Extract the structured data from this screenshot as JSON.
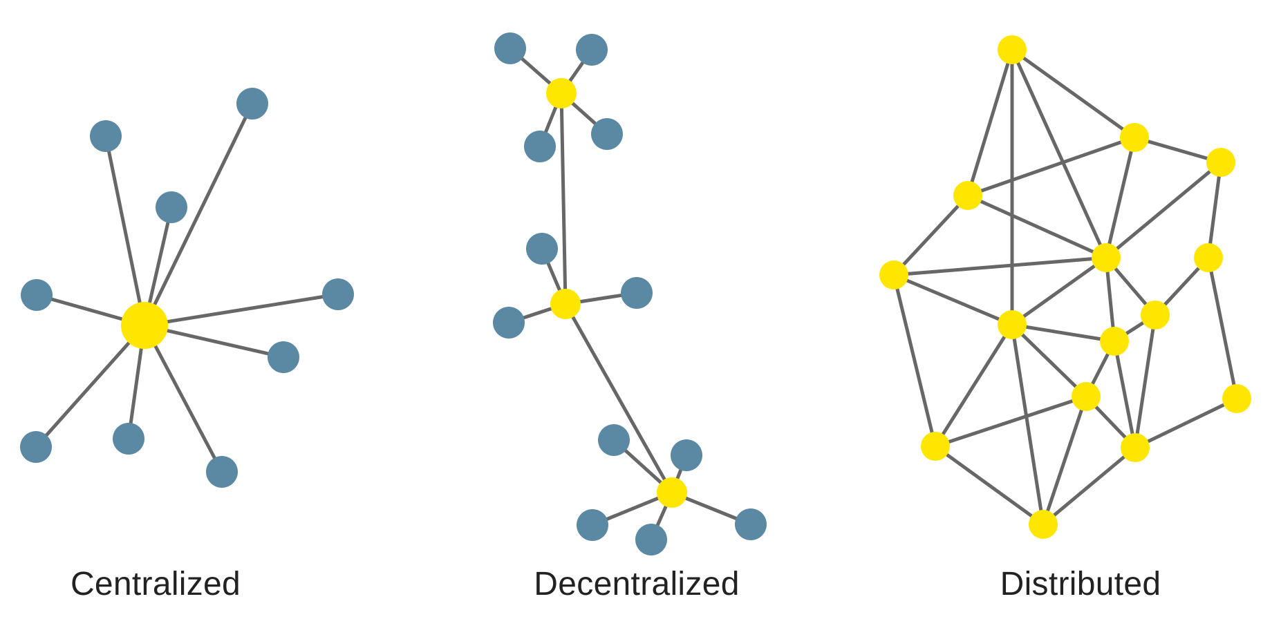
{
  "colors": {
    "hub": "#ffe600",
    "peer": "#5b88a2",
    "edge": "#676767",
    "text": "#222222"
  },
  "panels": [
    {
      "id": "centralized",
      "caption": "Centralized"
    },
    {
      "id": "decentralized",
      "caption": "Decentralized"
    },
    {
      "id": "distributed",
      "caption": "Distributed"
    }
  ]
}
